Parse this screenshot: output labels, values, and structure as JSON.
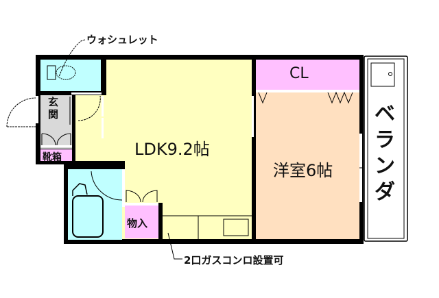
{
  "floorplan": {
    "rooms": {
      "ldk": {
        "label": "LDK9.2帖",
        "color": "#ffffc0"
      },
      "western_room": {
        "label": "洋室6帖",
        "color": "#ffe0c0"
      },
      "closet": {
        "label": "CL",
        "color": "#ffc0ff"
      },
      "toilet": {
        "label": "",
        "color": "#c0ffff"
      },
      "entrance": {
        "label": "玄関",
        "color": "#d9d9d9"
      },
      "shoe_box": {
        "label": "靴箱",
        "color": "#ffc0ff"
      },
      "bathroom": {
        "label": "",
        "color": "#c0ffff"
      },
      "storage": {
        "label": "物入",
        "color": "#ffc0ff"
      },
      "veranda": {
        "label": "ベランダ",
        "color": "#ffffff"
      }
    },
    "annotations": {
      "washlet": "ウォシュレット",
      "gas_stove": "2口ガスコンロ設置可"
    },
    "wall_color": "#000000"
  }
}
